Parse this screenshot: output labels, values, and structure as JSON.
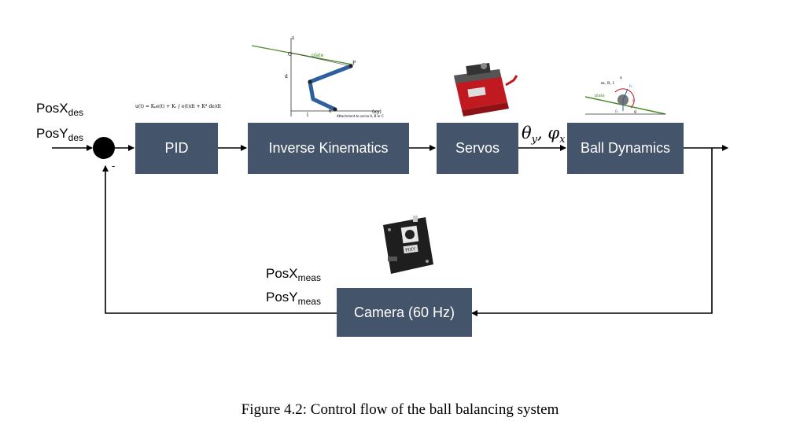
{
  "blocks": {
    "pid": "PID",
    "inverse_kinematics": "Inverse Kinematics",
    "servos": "Servos",
    "ball_dynamics": "Ball Dynamics",
    "camera": "Camera (60 Hz)"
  },
  "inputs": {
    "posx": "PosX",
    "posx_sub": "des",
    "posy": "PosY",
    "posy_sub": "des"
  },
  "measurements": {
    "posx": "PosX",
    "posx_sub": "meas",
    "posy": "PosY",
    "posy_sub": "meas"
  },
  "summing_sign": "-",
  "pid_formula": "u(t) = Kₚe(t) + Kᵢ ∫ e(t)dt + Kᵈ de/dt",
  "angles": {
    "theta": "θ",
    "theta_sub": "y",
    "sep": ", ",
    "phi": "φ",
    "phi_sub": "x"
  },
  "ik_sketch": {
    "plate": "plate",
    "axis_z": "z",
    "axis_xy": "(xy)",
    "d": "d",
    "l": "l",
    "p": "P",
    "o": "O",
    "q": "θ",
    "attach": "Attachment to servo A, B or C"
  },
  "ball_sketch": {
    "top": "m, R, I",
    "x": "x",
    "plate": "plate",
    "f1": "f₁",
    "f2": "f₂",
    "alpha": "α",
    "g": "g"
  },
  "pixy_label": "PIXY",
  "caption": "Figure 4.2: Control flow of the ball balancing system",
  "colors": {
    "block": "#44546a",
    "servo_body": "#c0191f",
    "link": "#2e5f9e",
    "plate_line": "#4a8a2a"
  }
}
